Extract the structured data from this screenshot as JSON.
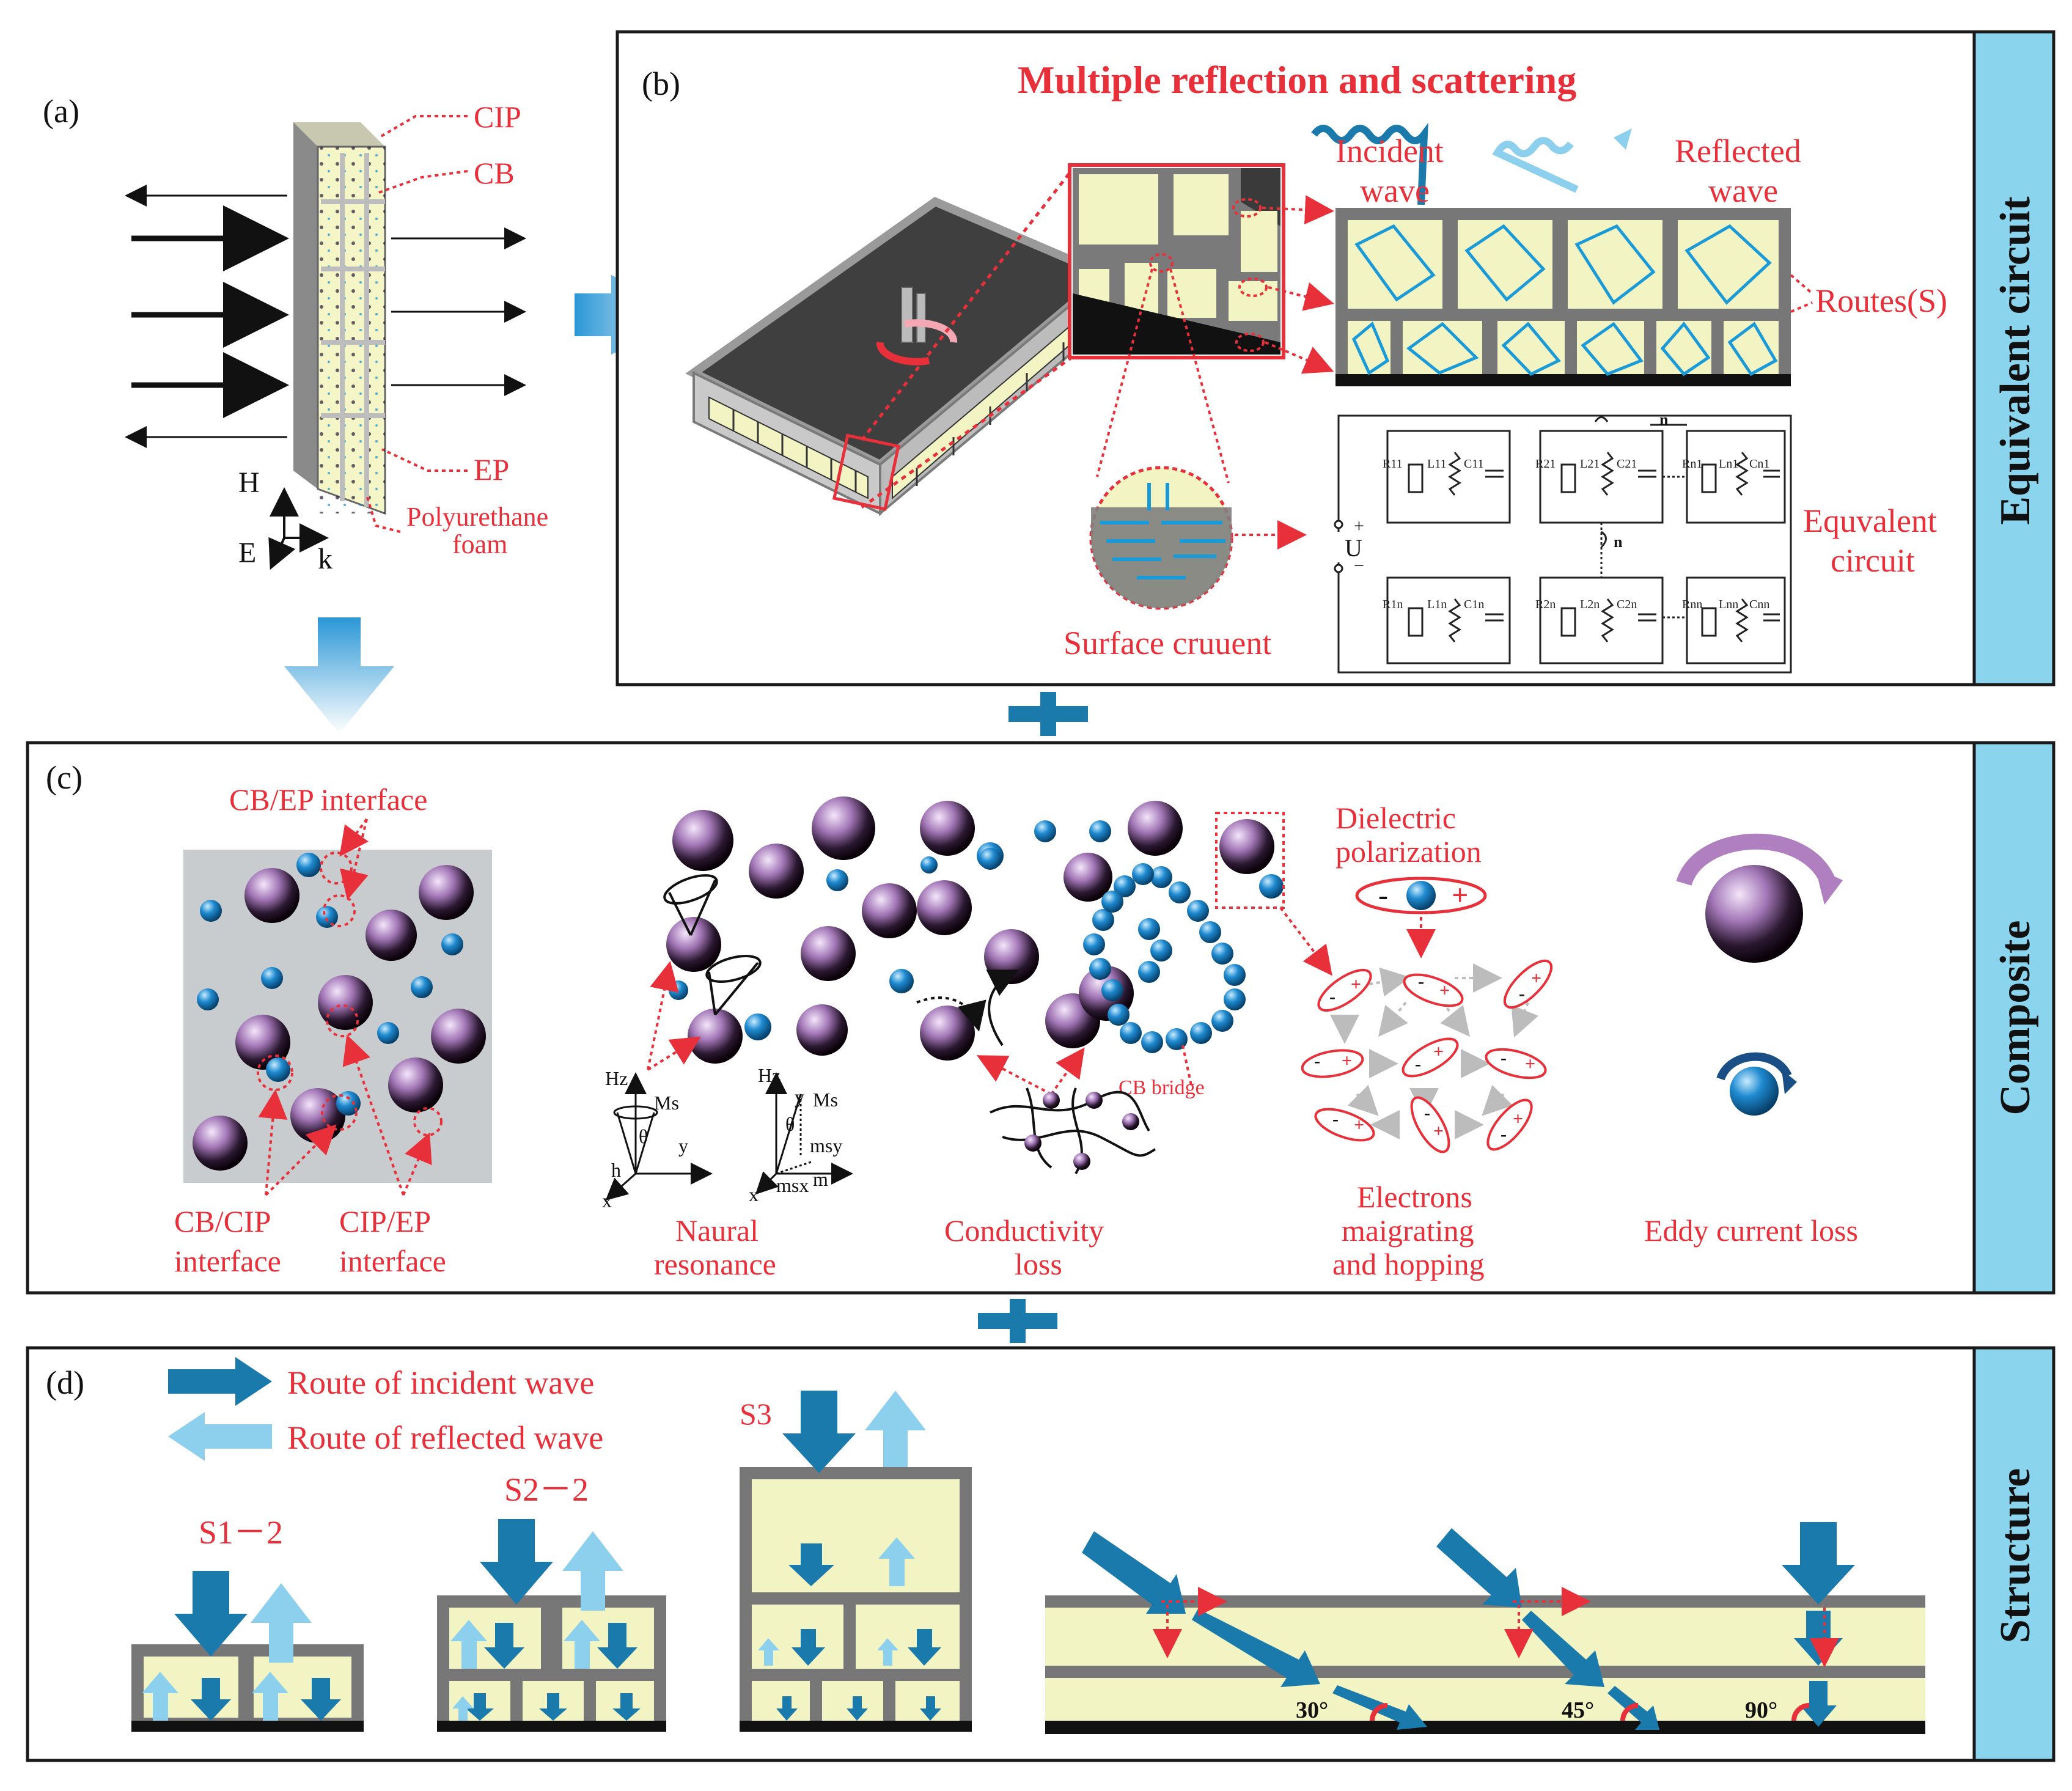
{
  "colors": {
    "red": "#e8303a",
    "dark_blue": "#1a7aab",
    "light_blue": "#8dd0ee",
    "cream": "#f2f4c4",
    "gray": "#777777",
    "sidebar": "#8ad4ee",
    "purple": "#b07fc0"
  },
  "panel_a": {
    "label": "(a)",
    "cip": "CIP",
    "cb": "CB",
    "ep": "EP",
    "foam_line1": "Polyurethane",
    "foam_line2": "foam",
    "axis_h": "H",
    "axis_e": "E",
    "axis_k": "k"
  },
  "panel_b": {
    "label": "(b)",
    "title": "Multiple reflection and scattering",
    "incident_1": "Incident",
    "incident_2": "wave",
    "reflected_1": "Reflected",
    "reflected_2": "wave",
    "routes": "Routes(S)",
    "surface": "Surface cruuent",
    "equiv_1": "Equvalent",
    "equiv_2": "circuit",
    "voltage": "U",
    "plus": "+",
    "minus": "−",
    "n": "n",
    "circuit_labels_row1": [
      "R11",
      "L11",
      "C11",
      "R21",
      "L21",
      "C21",
      "Rn1",
      "Ln1",
      "Cn1"
    ],
    "circuit_labels_row2": [
      "R1n",
      "L1n",
      "C1n",
      "R2n",
      "L2n",
      "C2n",
      "Rnn",
      "Lnn",
      "Cnn"
    ]
  },
  "panel_c": {
    "label": "(c)",
    "cb_ep": "CB/EP interface",
    "cb_cip_1": "CB/CIP",
    "cb_cip_2": "interface",
    "cip_ep_1": "CIP/EP",
    "cip_ep_2": "interface",
    "dielectric_1": "Dielectric",
    "dielectric_2": "polarization",
    "cb_bridge": "CB bridge",
    "natural_1": "Naural",
    "natural_2": "resonance",
    "conductivity_1": "Conductivity",
    "conductivity_2": "loss",
    "electrons_1": "Electrons",
    "electrons_2": "maigrating",
    "electrons_3": "and hopping",
    "eddy": "Eddy current loss",
    "axis_hz": "Hz",
    "axis_ms": "Ms",
    "axis_y": "y",
    "axis_x": "x",
    "axis_h": "h",
    "axis_theta": "θ",
    "axis_msy": "msy",
    "axis_msx": "msx",
    "axis_m": "m",
    "axis_z": "z"
  },
  "panel_d": {
    "label": "(d)",
    "legend_incident": "Route of incident wave",
    "legend_reflected": "Route of reflected wave",
    "s1": "S1－2",
    "s2": "S2－2",
    "s3": "S3",
    "angle_30": "30°",
    "angle_45": "45°",
    "angle_90": "90°"
  },
  "sidebar": {
    "equivalent": "Equivalent circuit",
    "composite": "Composite",
    "structure": "Structure"
  }
}
